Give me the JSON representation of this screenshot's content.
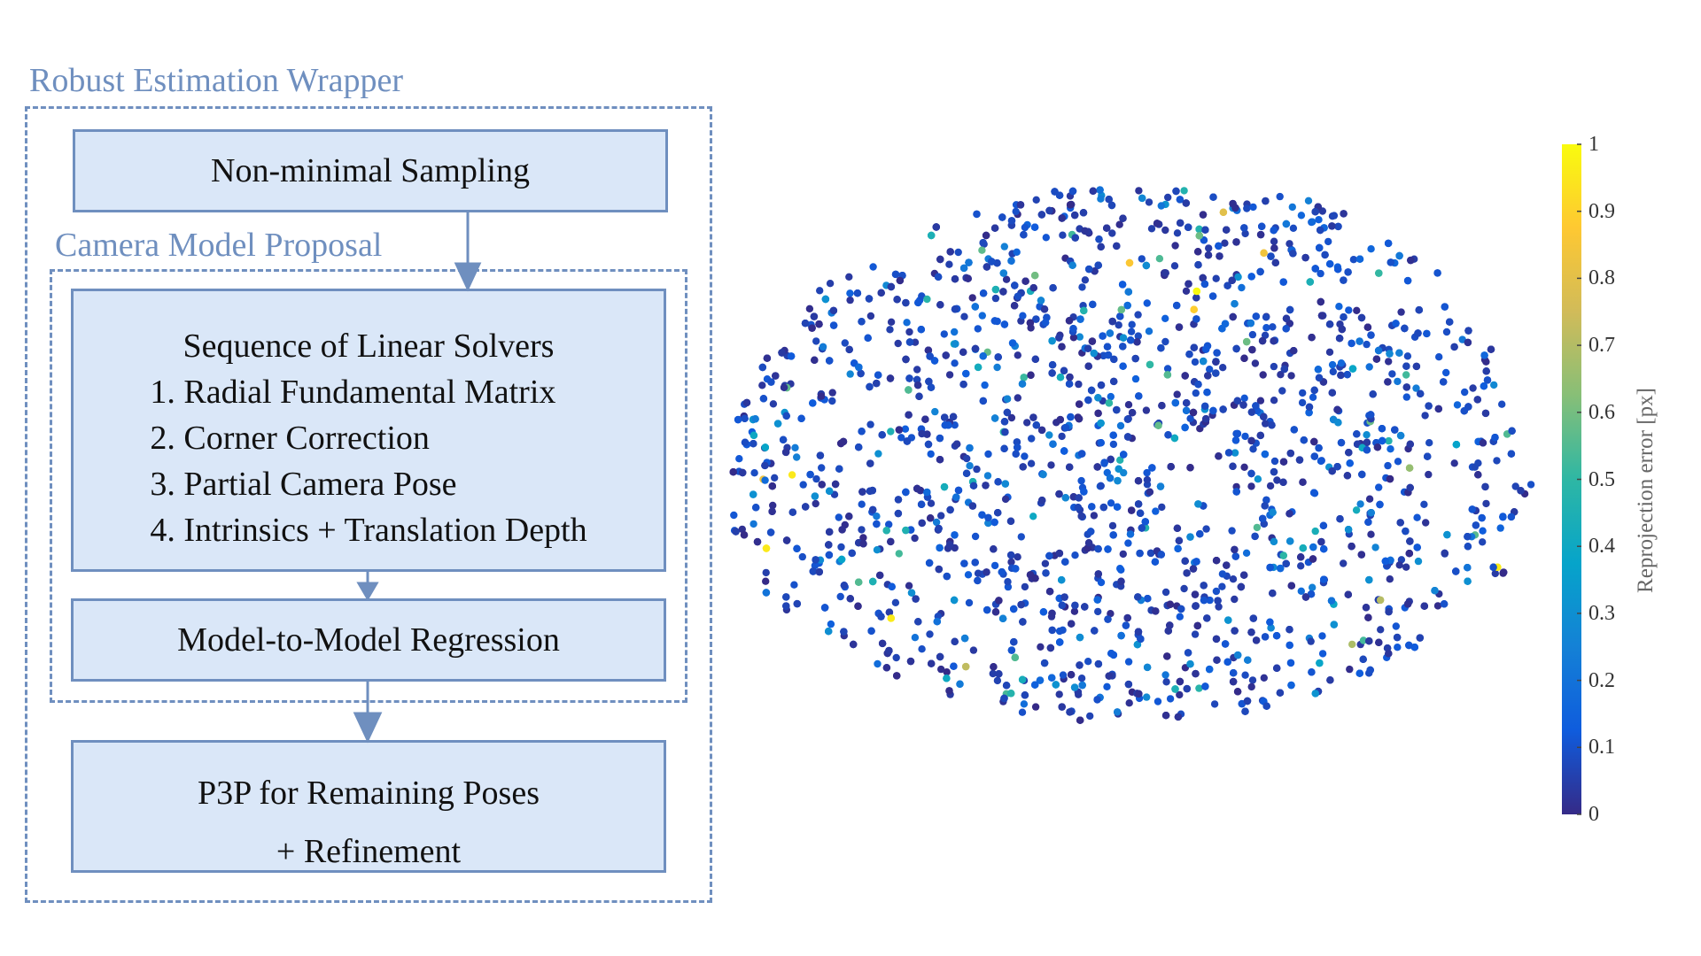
{
  "diagram": {
    "wrapper_label": "Robust Estimation Wrapper",
    "proposal_label": "Camera Model Proposal",
    "boxes": {
      "sampling": "Non-minimal Sampling",
      "solvers": {
        "title": "Sequence of Linear Solvers",
        "items": [
          "1. Radial Fundamental Matrix",
          "2. Corner Correction",
          "3. Partial Camera Pose",
          "4. Intrinsics + Translation Depth"
        ]
      },
      "regression": "Model-to-Model Regression",
      "p3p": {
        "line1": "P3P for Remaining Poses",
        "line2": "+ Refinement"
      }
    },
    "colors": {
      "accent": "#6f8fbf",
      "box_fill": "#dae7f8"
    }
  },
  "chart_data": {
    "type": "scatter",
    "description_kind": "3D point cloud colored by reprojection error",
    "colorbar": {
      "label": "Reprojection error [px]",
      "ticks": [
        "0",
        "0.1",
        "0.2",
        "0.3",
        "0.4",
        "0.5",
        "0.6",
        "0.7",
        "0.8",
        "0.9",
        "1"
      ],
      "range": [
        0,
        1
      ],
      "colormap": "parula",
      "colormap_stops": [
        "#352a87",
        "#0f5cdd",
        "#1481d6",
        "#06a4ca",
        "#2eb7a4",
        "#87bf77",
        "#d1bb59",
        "#fec832",
        "#f9fb0e"
      ]
    },
    "points_summary": {
      "dominant_error_range": [
        0.0,
        0.2
      ],
      "outlier_error_range": [
        0.4,
        1.0
      ]
    }
  }
}
